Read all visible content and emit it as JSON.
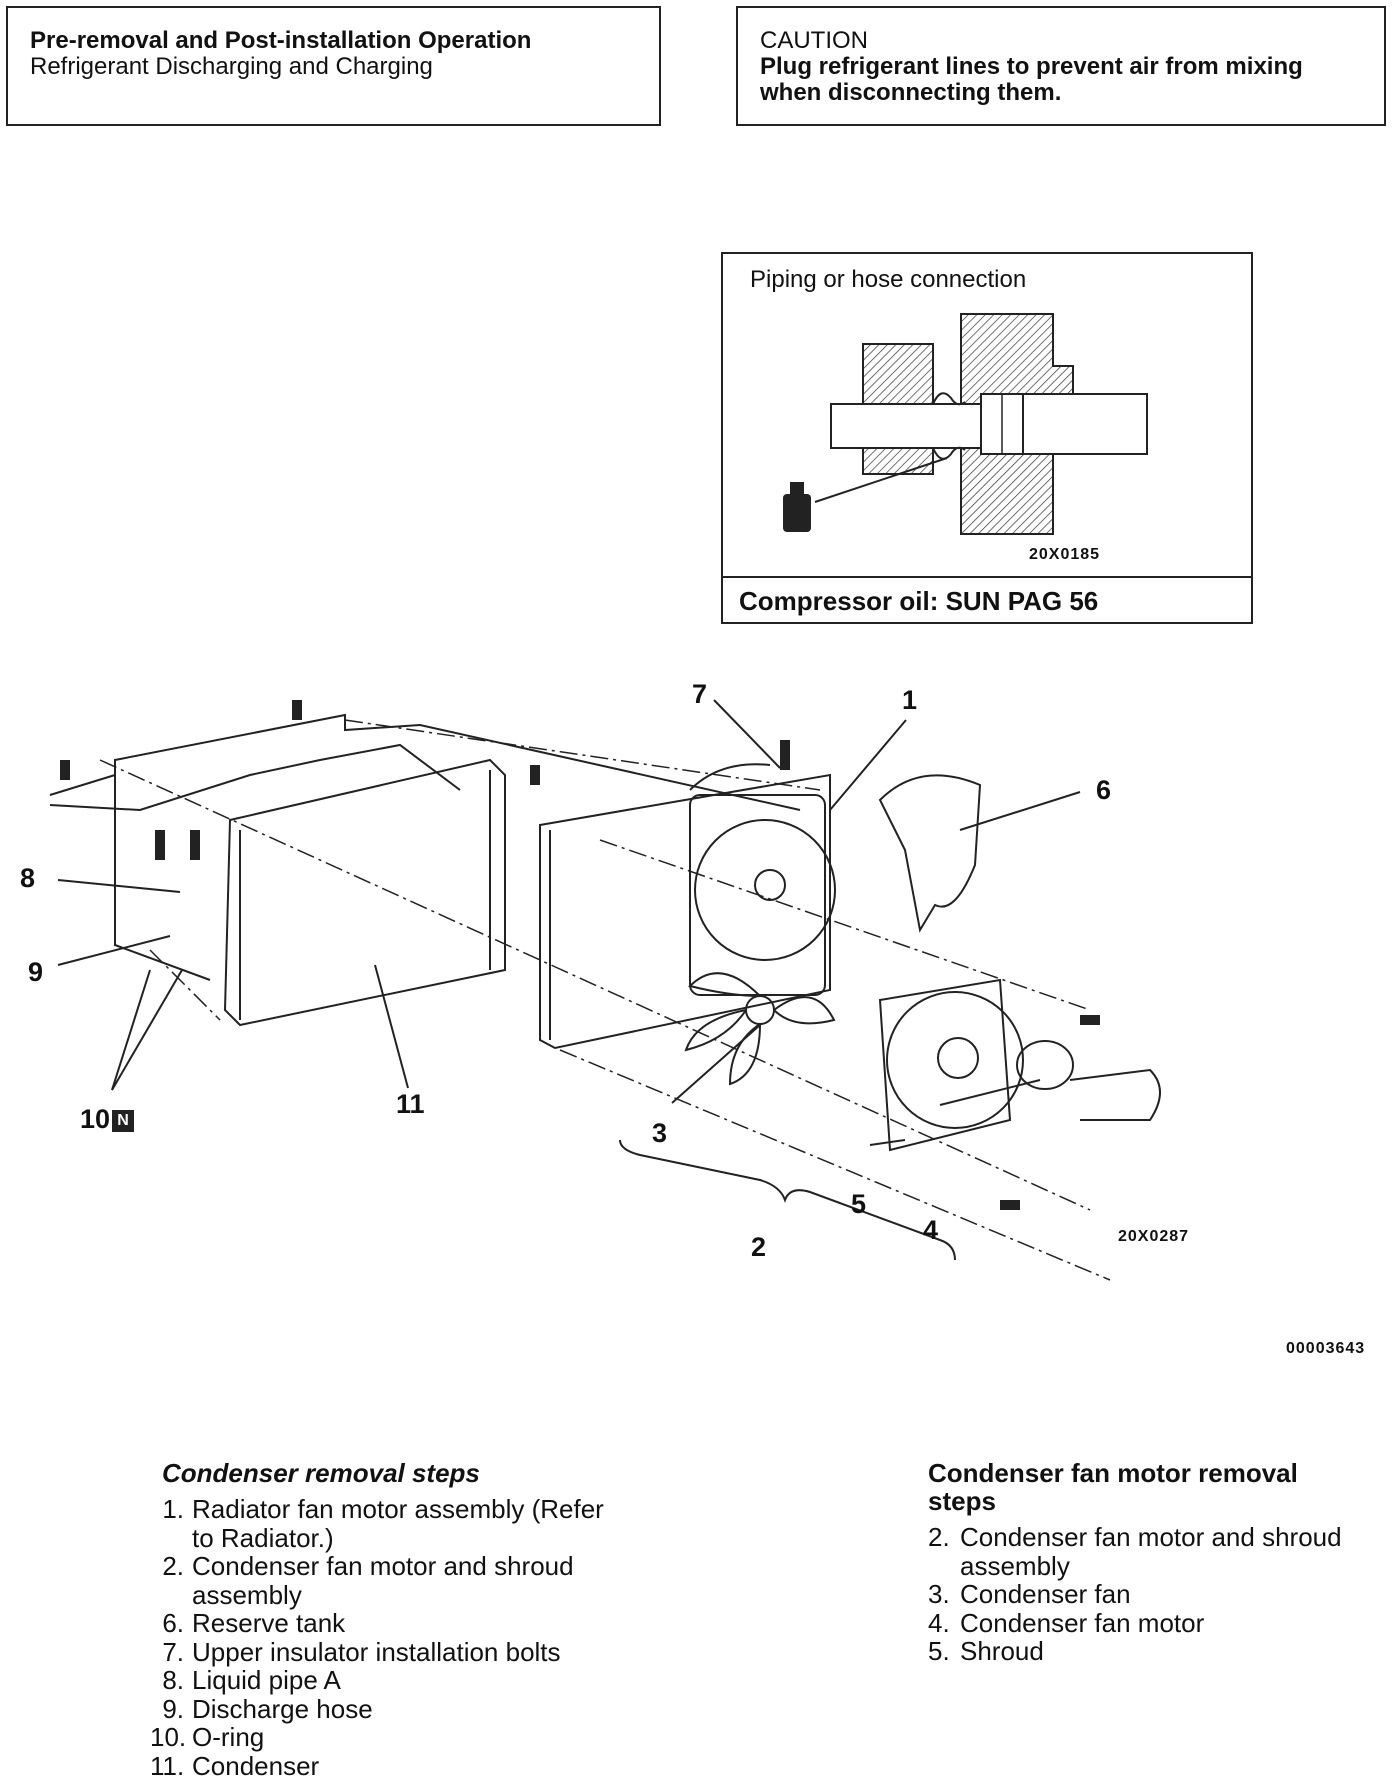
{
  "pre_box": {
    "title": "Pre-removal and Post-installation Operation",
    "line": "Refrigerant Discharging and Charging"
  },
  "caution_box": {
    "title": "CAUTION",
    "text": "Plug refrigerant lines to prevent air from mixing when disconnecting them."
  },
  "piping_inset": {
    "title": "Piping or hose connection",
    "figure_code": "20X0185",
    "footer": "Compressor oil: SUN PAG 56"
  },
  "diagram": {
    "figure_code": "20X0287",
    "document_code": "00003643",
    "callouts": {
      "c1": "1",
      "c2": "2",
      "c3": "3",
      "c4": "4",
      "c5": "5",
      "c6": "6",
      "c7": "7",
      "c8": "8",
      "c9": "9",
      "c10": "10",
      "c10_badge": "N",
      "c11": "11"
    }
  },
  "condenser_steps": {
    "heading": "Condenser removal steps",
    "items": [
      {
        "num": "1.",
        "text": "Radiator fan motor assembly (Refer to Radiator.)"
      },
      {
        "num": "2.",
        "text": "Condenser fan motor and shroud assembly"
      },
      {
        "num": "6.",
        "text": "Reserve tank"
      },
      {
        "num": "7.",
        "text": "Upper insulator installation bolts"
      },
      {
        "num": "8.",
        "text": "Liquid pipe A"
      },
      {
        "num": "9.",
        "text": "Discharge hose"
      },
      {
        "num": "10.",
        "text": "O-ring"
      },
      {
        "num": "11.",
        "text": "Condenser"
      }
    ]
  },
  "fan_motor_steps": {
    "heading": "Condenser fan motor removal steps",
    "items": [
      {
        "num": "2.",
        "text": "Condenser fan motor and shroud assembly"
      },
      {
        "num": "3.",
        "text": "Condenser fan"
      },
      {
        "num": "4.",
        "text": "Condenser fan motor"
      },
      {
        "num": "5.",
        "text": "Shroud"
      }
    ]
  }
}
